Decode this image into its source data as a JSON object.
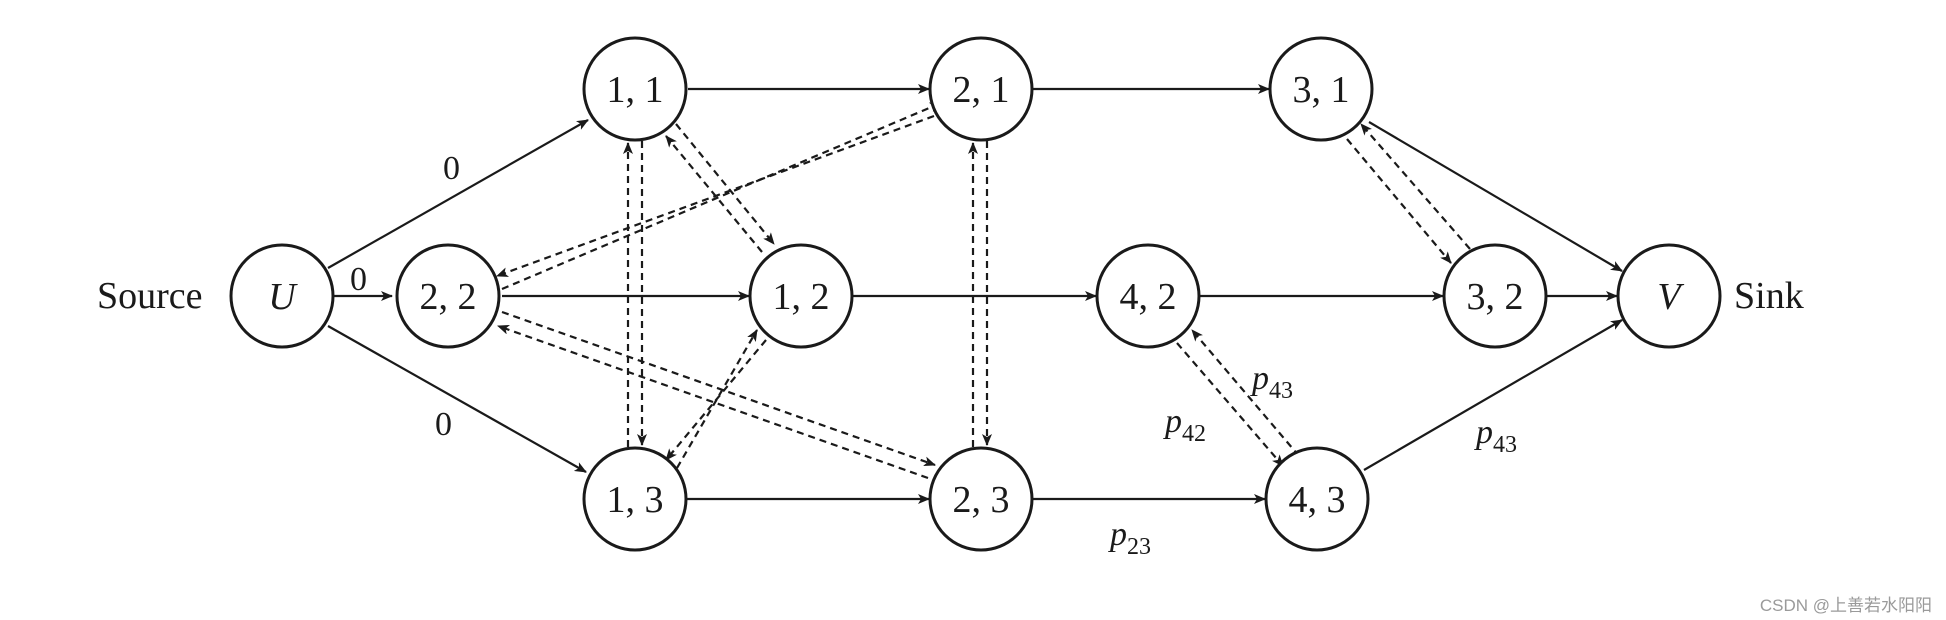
{
  "nodes": {
    "U": {
      "label": "U",
      "italic": true
    },
    "V": {
      "label": "V",
      "italic": true
    },
    "n11": {
      "label": "1, 1"
    },
    "n12": {
      "label": "1, 2"
    },
    "n13": {
      "label": "1, 3"
    },
    "n21": {
      "label": "2, 1"
    },
    "n22": {
      "label": "2, 2"
    },
    "n23": {
      "label": "2, 3"
    },
    "n31": {
      "label": "3, 1"
    },
    "n32": {
      "label": "3, 2"
    },
    "n42": {
      "label": "4, 2"
    },
    "n43": {
      "label": "4, 3"
    }
  },
  "side_labels": {
    "source": "Source",
    "sink": "Sink"
  },
  "edge_labels": {
    "u_11": "0",
    "u_22": "0",
    "u_13": "0",
    "e23_43": {
      "base": "p",
      "sub": "23"
    },
    "e43_42": {
      "base": "p",
      "sub": "43"
    },
    "e42_43": {
      "base": "p",
      "sub": "42"
    },
    "e43_v": {
      "base": "p",
      "sub": "43"
    }
  },
  "watermark": "CSDN @上善若水阳阳"
}
